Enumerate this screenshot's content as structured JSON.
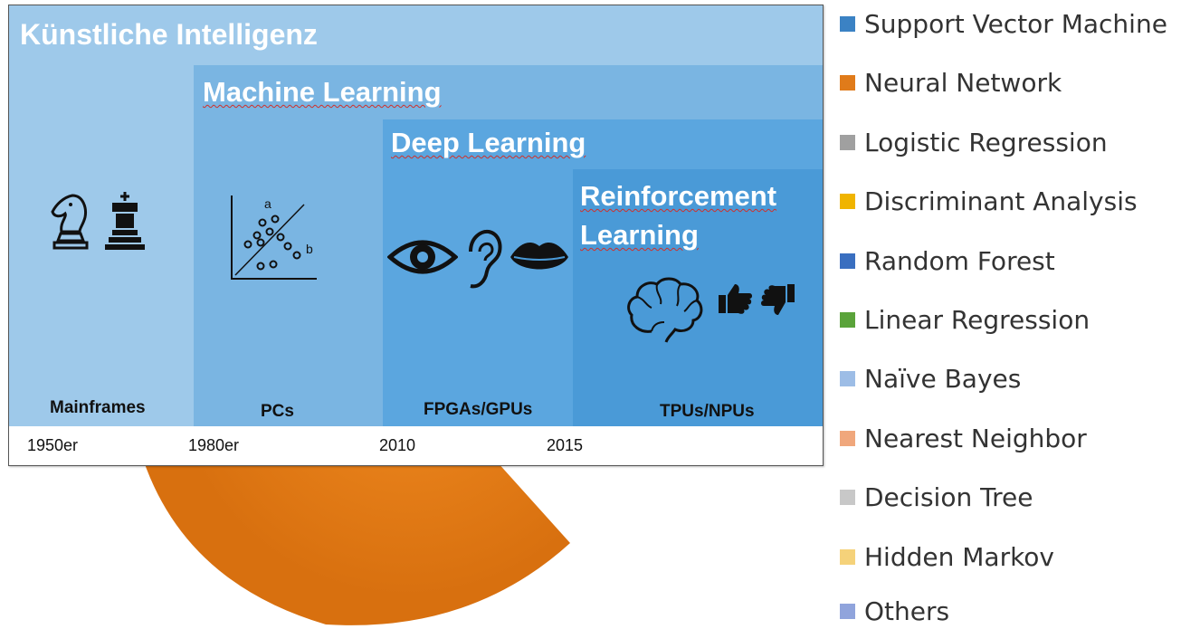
{
  "diagram": {
    "bands": [
      {
        "id": "ki",
        "title": "Künstliche Intelligenz",
        "hardware": "Mainframes",
        "color": "#9ec9ea"
      },
      {
        "id": "ml",
        "title": "Machine Learning",
        "hardware": "PCs",
        "color": "#7ab5e2"
      },
      {
        "id": "dl",
        "title": "Deep Learning",
        "hardware": "FPGAs/GPUs",
        "color": "#5ba6df"
      },
      {
        "id": "rl",
        "title_line1": "Reinforcement",
        "title_line2": "Learning",
        "hardware": "TPUs/NPUs",
        "color": "#4a9ad7"
      }
    ],
    "timeline": [
      "1950er",
      "1980er",
      "2010",
      "2015"
    ],
    "scatter_labels": {
      "a": "a",
      "b": "b"
    },
    "icons": [
      "knight-icon",
      "king-icon",
      "scatter-plot-icon",
      "eye-icon",
      "ear-icon",
      "lips-icon",
      "brain-icon",
      "thumbs-up-icon",
      "thumbs-down-icon"
    ]
  },
  "legend": [
    {
      "label": "Support Vector Machine",
      "color": "#3b82c4"
    },
    {
      "label": "Neural Network",
      "color": "#e07b1a"
    },
    {
      "label": "Logistic Regression",
      "color": "#a0a0a0"
    },
    {
      "label": "Discriminant Analysis",
      "color": "#f0b400"
    },
    {
      "label": "Random Forest",
      "color": "#3a6fc0"
    },
    {
      "label": "Linear Regression",
      "color": "#5aa33a"
    },
    {
      "label": "Naïve Bayes",
      "color": "#9dbde6"
    },
    {
      "label": "Nearest Neighbor",
      "color": "#f0a77c"
    },
    {
      "label": "Decision Tree",
      "color": "#c8c8c8"
    },
    {
      "label": "Hidden Markov",
      "color": "#f5d27a"
    },
    {
      "label": "Others",
      "color": "#90a4dc"
    }
  ],
  "pie": {
    "visible_slice_color": "#e07b1a"
  }
}
